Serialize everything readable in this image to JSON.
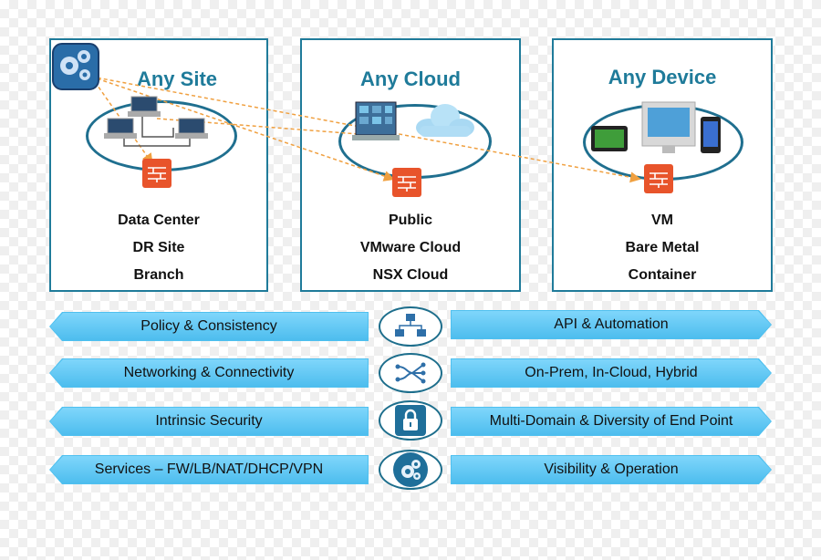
{
  "panels": [
    {
      "title": "Any Site",
      "lines": [
        "Data Center",
        "DR Site",
        "Branch"
      ]
    },
    {
      "title": "Any Cloud",
      "lines": [
        "Public",
        "VMware Cloud",
        "NSX Cloud"
      ]
    },
    {
      "title": "Any Device",
      "lines": [
        "VM",
        "Bare Metal",
        "Container"
      ]
    }
  ],
  "rows": [
    {
      "left": "Policy & Consistency",
      "right": "API & Automation",
      "icon": "network-topology-icon"
    },
    {
      "left": "Networking & Connectivity",
      "right": "On-Prem, In-Cloud, Hybrid",
      "icon": "routing-icon"
    },
    {
      "left": "Intrinsic Security",
      "right": "Multi-Domain & Diversity of End Point",
      "icon": "lock-icon"
    },
    {
      "left": "Services – FW/LB/NAT/DHCP/VPN",
      "right": "Visibility & Operation",
      "icon": "gears-icon"
    }
  ],
  "colors": {
    "accent": "#1f7b9a",
    "banner": "#4fc0ef",
    "firewall": "#e8542b",
    "connector": "#f0a040"
  }
}
